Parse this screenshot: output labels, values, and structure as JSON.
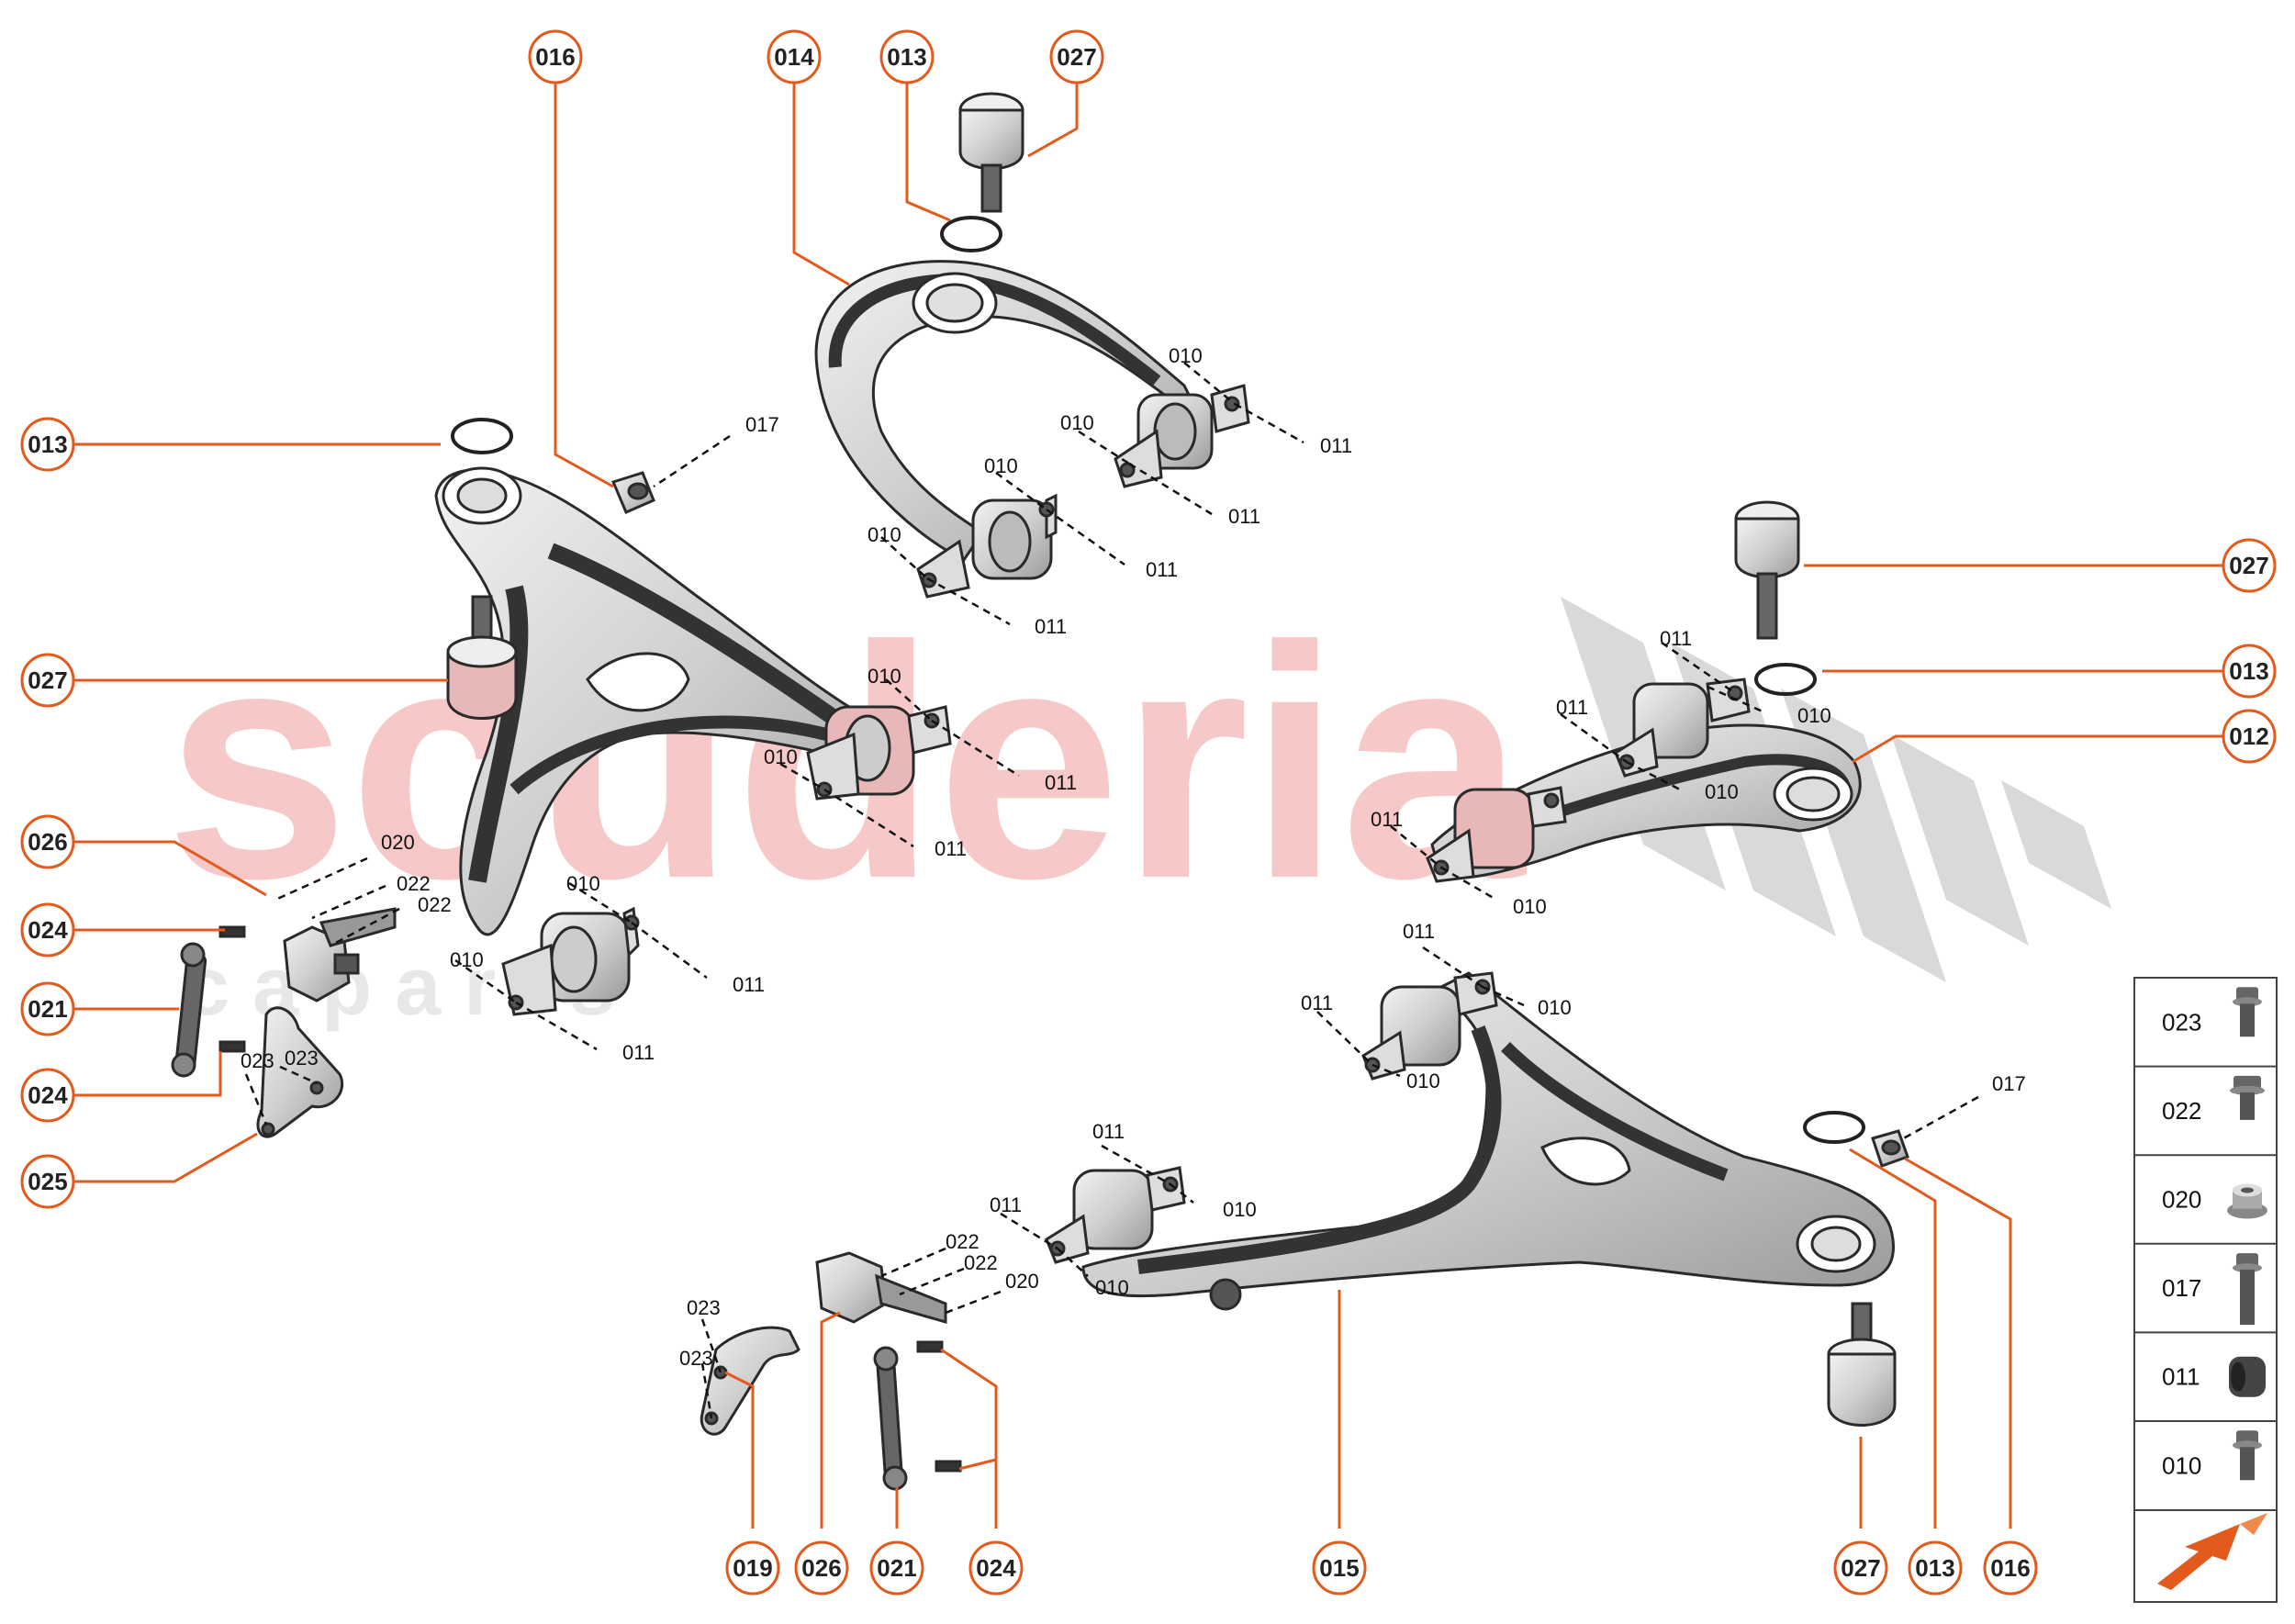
{
  "watermark": {
    "main": "scuderia",
    "sub": "c a p a r t s"
  },
  "colors": {
    "accent": "#e25a1c",
    "watermark": "#f6c8c8",
    "part": "#c8c8c8",
    "dark": "#333333"
  },
  "callouts": [
    {
      "label": "016"
    },
    {
      "label": "014"
    },
    {
      "label": "013"
    },
    {
      "label": "027"
    },
    {
      "label": "013"
    },
    {
      "label": "027"
    },
    {
      "label": "026"
    },
    {
      "label": "024"
    },
    {
      "label": "021"
    },
    {
      "label": "024"
    },
    {
      "label": "025"
    },
    {
      "label": "027"
    },
    {
      "label": "013"
    },
    {
      "label": "012"
    },
    {
      "label": "019"
    },
    {
      "label": "026"
    },
    {
      "label": "021"
    },
    {
      "label": "024"
    },
    {
      "label": "015"
    },
    {
      "label": "027"
    },
    {
      "label": "013"
    },
    {
      "label": "016"
    }
  ],
  "labels": [
    "017",
    "010",
    "011",
    "010",
    "011",
    "010",
    "011",
    "010",
    "011",
    "010",
    "011",
    "010",
    "011",
    "010",
    "011",
    "010",
    "011",
    "020",
    "022",
    "022",
    "023",
    "023",
    "011",
    "010",
    "011",
    "010",
    "011",
    "010",
    "011",
    "010",
    "011",
    "010",
    "011",
    "010",
    "011",
    "010",
    "017",
    "022",
    "022",
    "020",
    "023",
    "023"
  ],
  "legend": [
    {
      "code": "023",
      "icon": "flange-bolt-icon"
    },
    {
      "code": "022",
      "icon": "hex-bolt-icon"
    },
    {
      "code": "020",
      "icon": "flange-nut-icon"
    },
    {
      "code": "017",
      "icon": "long-bolt-icon"
    },
    {
      "code": "011",
      "icon": "bushing-icon"
    },
    {
      "code": "010",
      "icon": "bolt-icon"
    }
  ]
}
